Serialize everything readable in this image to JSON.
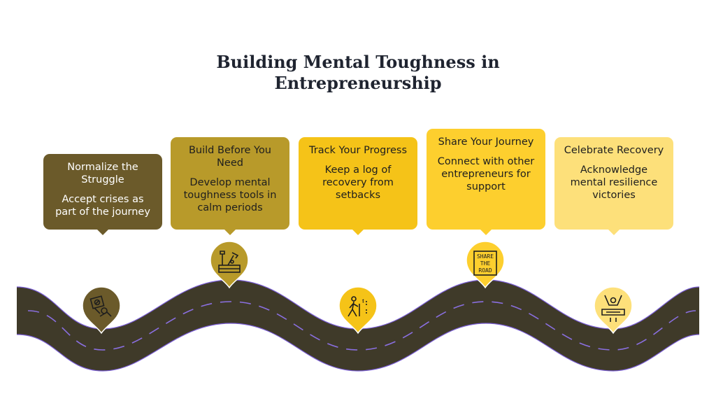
{
  "title": {
    "line1": "Building Mental Toughness in",
    "line2": "Entrepreneurship"
  },
  "steps": [
    {
      "heading": "Normalize the Struggle",
      "description": "Accept crises as part of the journey",
      "color": "#6b5a2a",
      "icon": "problem-solving-icon"
    },
    {
      "heading": "Build Before You Need",
      "description": "Develop mental toughness tools in calm periods",
      "color": "#b89a2a",
      "icon": "toolbox-icon"
    },
    {
      "heading": "Track Your Progress",
      "description": "Keep a log of recovery from setbacks",
      "color": "#f5c318",
      "icon": "hiker-icon"
    },
    {
      "heading": "Share Your Journey",
      "description": "Connect with other entrepreneurs for support",
      "color": "#fdcf2e",
      "icon": "share-the-road-sign-icon",
      "icon_text": [
        "SHARE",
        "THE",
        "ROAD"
      ]
    },
    {
      "heading": "Celebrate Recovery",
      "description": "Acknowledge mental resilience victories",
      "color": "#fde07a",
      "icon": "celebrating-person-icon"
    }
  ],
  "colors": {
    "road": "#3f3a29",
    "road_edge": "#7b5fd6",
    "dash": "#8a6fe0"
  }
}
